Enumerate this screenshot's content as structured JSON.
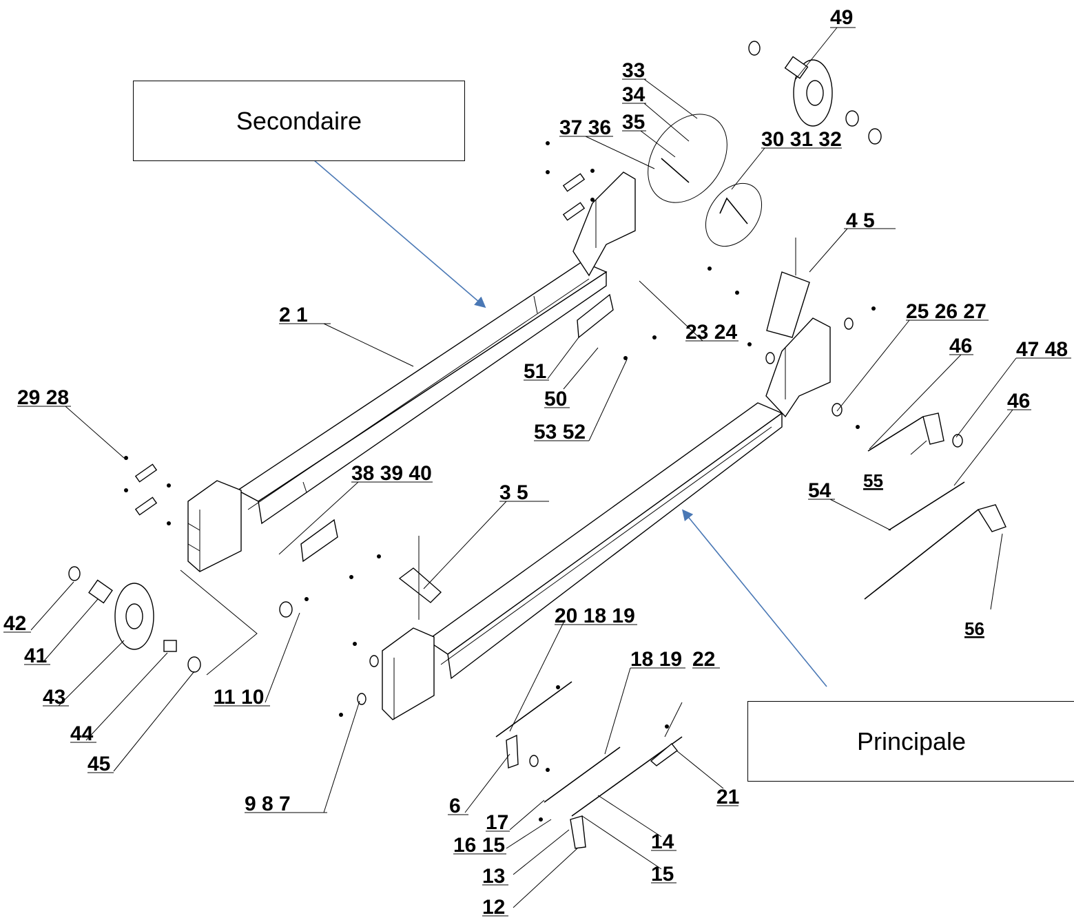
{
  "callouts": {
    "secondaire": "Secondaire",
    "principale": "Principale"
  },
  "labels": {
    "p49": "49",
    "p33": "33",
    "p34": "34",
    "p35": "35",
    "p37_36": "37 36",
    "p30_31_32": "30 31 32",
    "p4_5": "4 5",
    "p2_1": "2 1",
    "p23_24": "23 24",
    "p25_26_27": "25 26 27",
    "p46a": "46",
    "p47_48": "47 48",
    "p51": "51",
    "p50": "50",
    "p53_52": "53 52",
    "p46b": "46",
    "p29_28": "29 28",
    "p38_39_40": "38 39 40",
    "p3_5": "3 5",
    "p55": "55",
    "p54": "54",
    "p42": "42",
    "p41": "41",
    "p43": "43",
    "p44": "44",
    "p45": "45",
    "p11_10": "11 10",
    "p20_18_19": "20 18 19",
    "p56": "56",
    "p18_19": "18 19",
    "p22": "22",
    "p9_8_7": "9 8 7",
    "p6": "6",
    "p21": "21",
    "p17": "17",
    "p16_15": "16 15",
    "p14": "14",
    "p13": "13",
    "p15": "15",
    "p12": "12"
  },
  "colors": {
    "arrow": "#4a78b5",
    "line": "#000000"
  }
}
